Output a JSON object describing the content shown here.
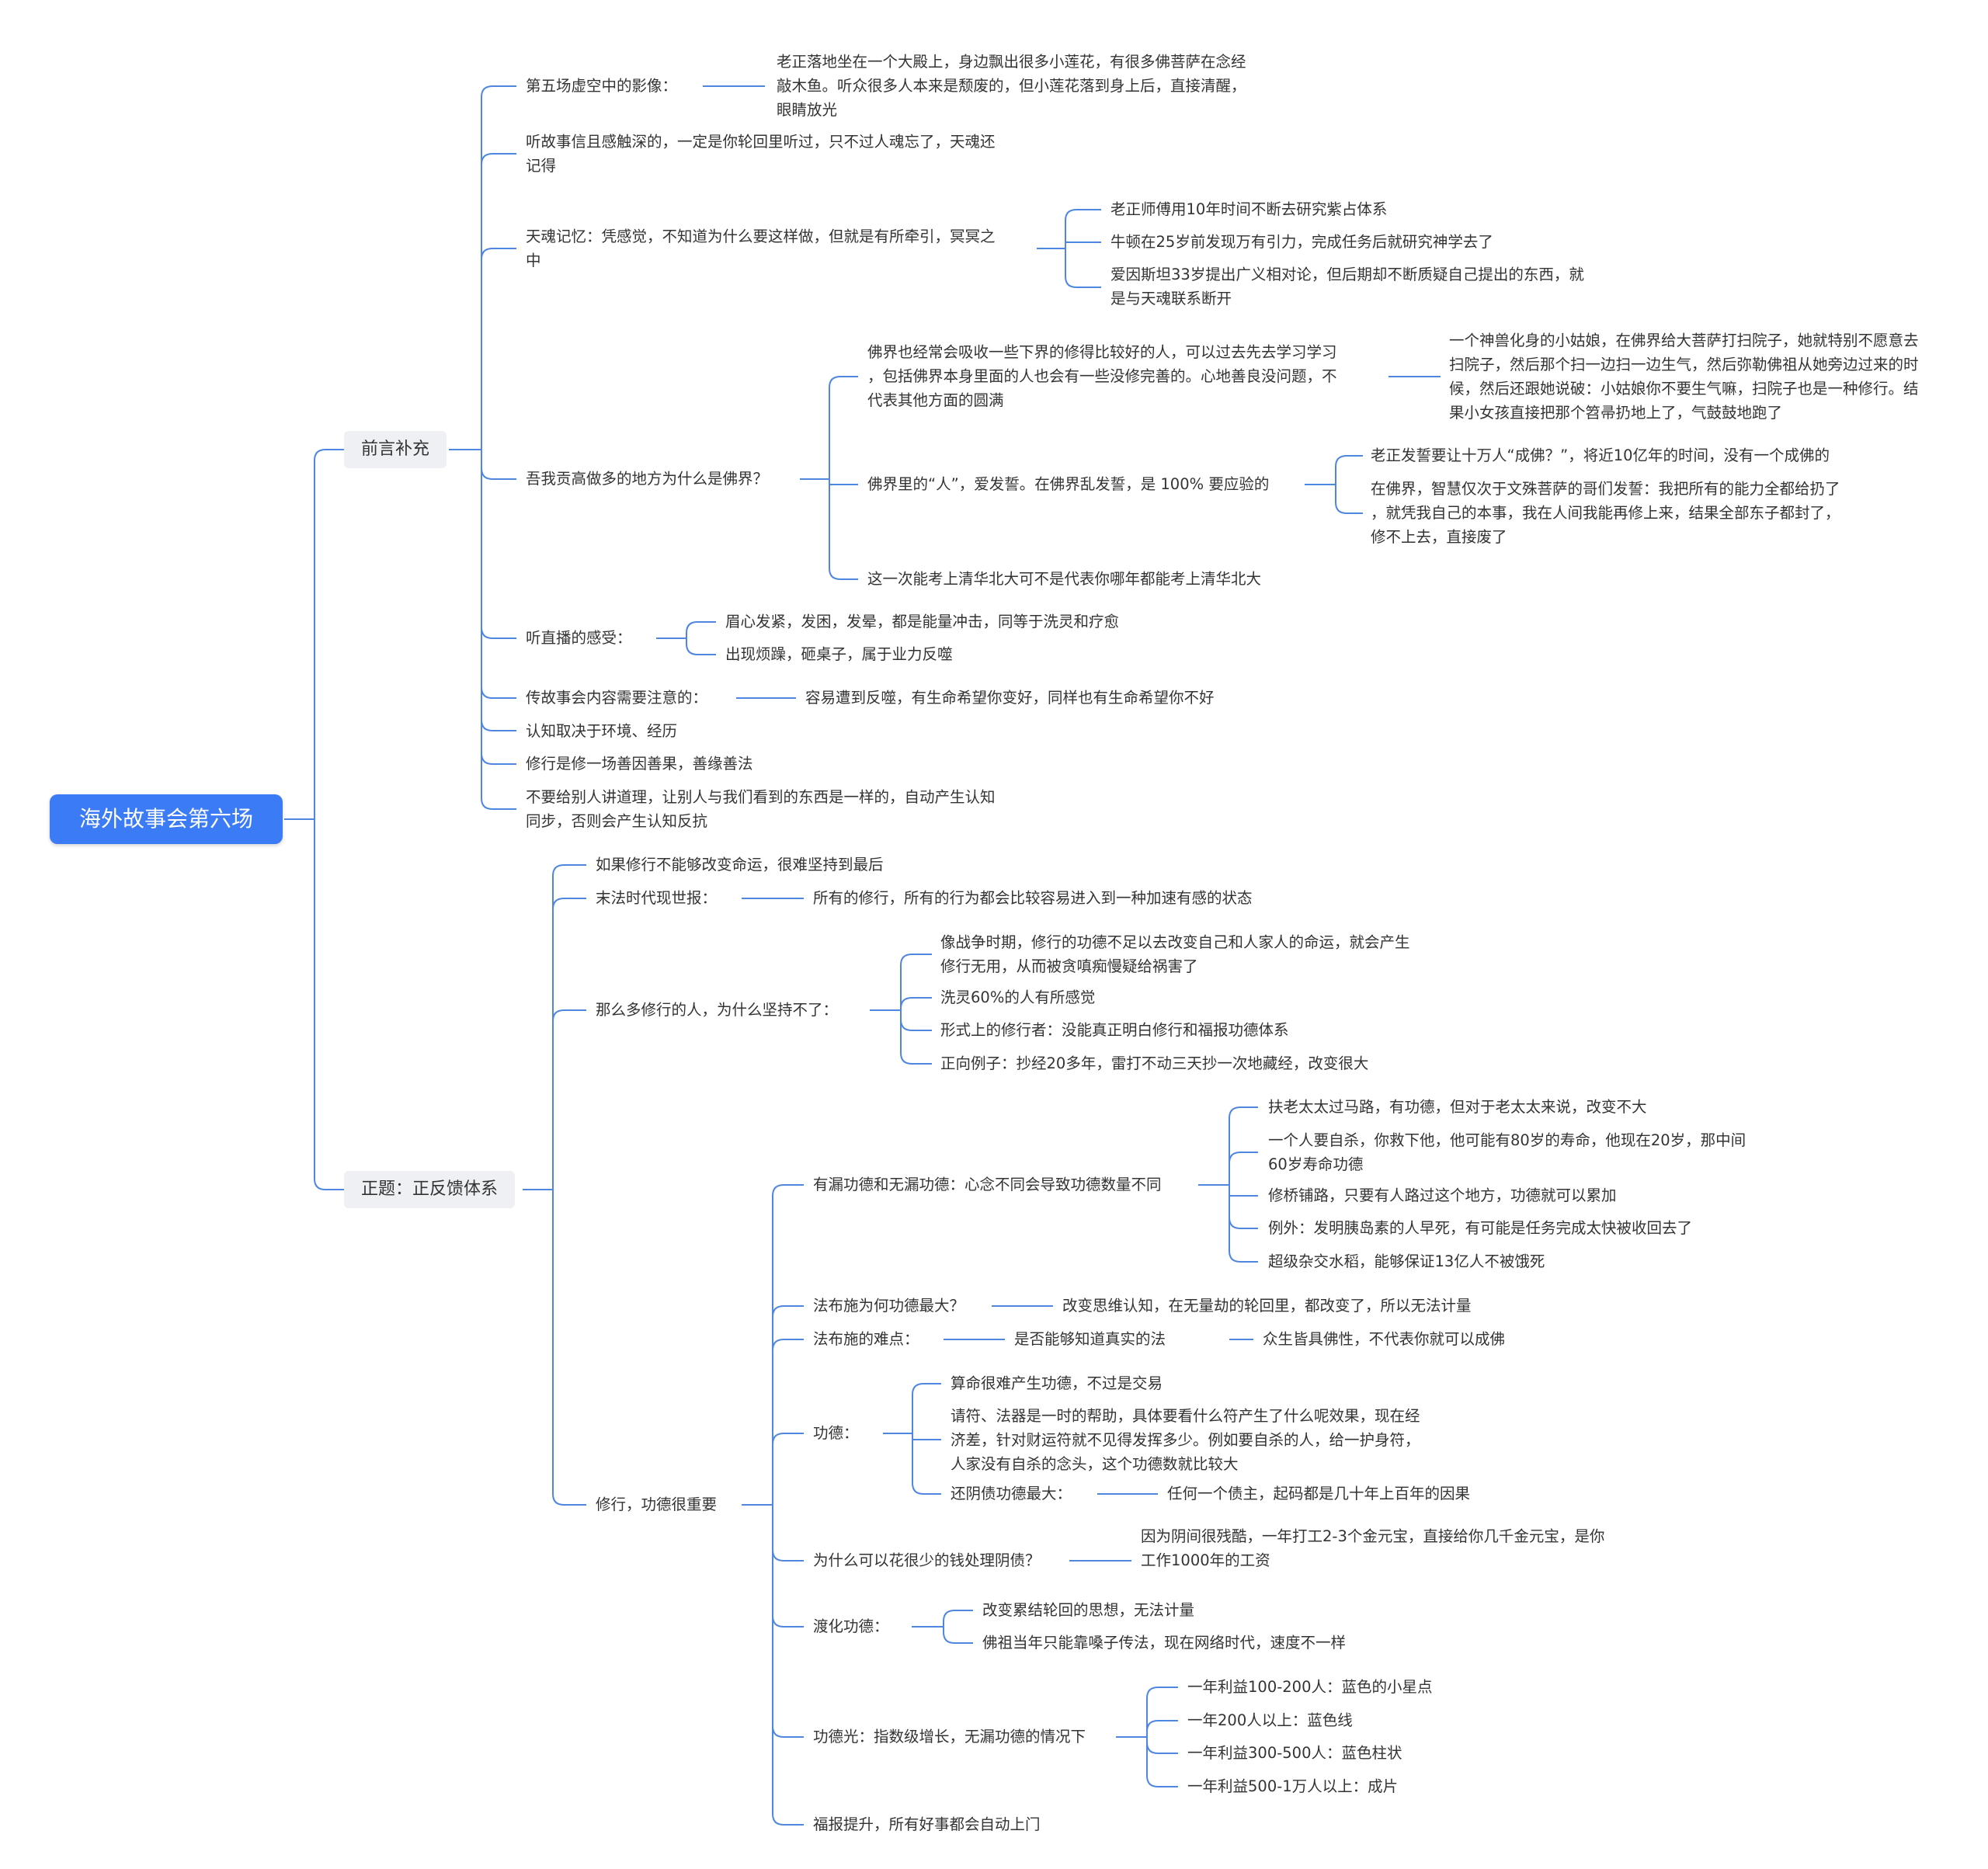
{
  "style": {
    "edge_color": "#4f86e0",
    "root_bg": "#3b7bf5",
    "branch_bg": "#eef0f3",
    "text_color": "#333333"
  },
  "root": {
    "label": "海外故事会第六场"
  },
  "b1": {
    "label": "前言补充",
    "n1": {
      "label": "第五场虚空中的影像：",
      "d1": {
        "lines": [
          "老正落地坐在一个大殿上，身边飘出很多小莲花，有很多佛菩萨在念经",
          "敲木鱼。听众很多人本来是颓废的，但小莲花落到身上后，直接清醒，",
          "眼睛放光"
        ]
      }
    },
    "n2": {
      "lines": [
        "听故事信且感触深的，一定是你轮回里听过，只不过人魂忘了，天魂还",
        "记得"
      ]
    },
    "n3": {
      "lines": [
        "天魂记忆：凭感觉，不知道为什么要这样做，但就是有所牵引，冥冥之",
        "中"
      ],
      "c1": {
        "label": "老正师傅用10年时间不断去研究紫占体系"
      },
      "c2": {
        "label": "牛顿在25岁前发现万有引力，完成任务后就研究神学去了"
      },
      "c3": {
        "lines": [
          "爱因斯坦33岁提出广义相对论，但后期却不断质疑自己提出的东西，就",
          "是与天魂联系断开"
        ]
      }
    },
    "n4": {
      "label": "吾我贡高做多的地方为什么是佛界？",
      "a": {
        "lines": [
          "佛界也经常会吸收一些下界的修得比较好的人，可以过去先去学习学习",
          "，包括佛界本身里面的人也会有一些没修完善的。心地善良没问题，不",
          "代表其他方面的圆满"
        ],
        "x": {
          "lines": [
            "一个神兽化身的小姑娘，在佛界给大菩萨打扫院子，她就特别不愿意去",
            "扫院子，然后那个扫一边扫一边生气，然后弥勒佛祖从她旁边过来的时",
            "候，然后还跟她说破：小姑娘你不要生气嘛，扫院子也是一种修行。结",
            "果小女孩直接把那个笤帚扔地上了，气鼓鼓地跑了"
          ]
        }
      },
      "b": {
        "label": "佛界里的“人”，爱发誓。在佛界乱发誓，是 100% 要应验的",
        "y1": {
          "label": "老正发誓要让十万人“成佛？”，将近10亿年的时间，没有一个成佛的"
        },
        "y2": {
          "lines": [
            "在佛界，智慧仅次于文殊菩萨的哥们发誓：我把所有的能力全都给扔了",
            "，就凭我自己的本事，我在人间我能再修上来，结果全部东子都封了，",
            "修不上去，直接废了"
          ]
        }
      },
      "c": {
        "label": "这一次能考上清华北大可不是代表你哪年都能考上清华北大"
      }
    },
    "n5": {
      "label": "听直播的感受：",
      "c1": {
        "label": "眉心发紧，发困，发晕，都是能量冲击，同等于洗灵和疗愈"
      },
      "c2": {
        "label": "出现烦躁，砸桌子，属于业力反噬"
      }
    },
    "n6": {
      "label": "传故事会内容需要注意的：",
      "d1": {
        "label": "容易遭到反噬，有生命希望你变好，同样也有生命希望你不好"
      }
    },
    "n7": {
      "label": "认知取决于环境、经历"
    },
    "n8": {
      "label": "修行是修一场善因善果，善缘善法"
    },
    "n9": {
      "lines": [
        "不要给别人讲道理，让别人与我们看到的东西是一样的，自动产生认知",
        "同步，否则会产生认知反抗"
      ]
    }
  },
  "b2": {
    "label": "正题：正反馈体系",
    "m1": {
      "label": "如果修行不能够改变命运，很难坚持到最后"
    },
    "m2": {
      "label": "末法时代现世报：",
      "d1": {
        "label": "所有的修行，所有的行为都会比较容易进入到一种加速有感的状态"
      }
    },
    "m3": {
      "label": "那么多修行的人，为什么坚持不了：",
      "c1": {
        "lines": [
          "像战争时期，修行的功德不足以去改变自己和人家人的命运，就会产生",
          "修行无用，从而被贪嗔痴慢疑给祸害了"
        ]
      },
      "c2": {
        "label": "洗灵60%的人有所感觉"
      },
      "c3": {
        "label": "形式上的修行者：没能真正明白修行和福报功德体系"
      },
      "c4": {
        "label": "正向例子：抄经20多年，雷打不动三天抄一次地藏经，改变很大"
      }
    },
    "m4": {
      "label": "修行，功德很重要",
      "p1": {
        "label": "有漏功德和无漏功德：心念不同会导致功德数量不同",
        "c1": {
          "label": "扶老太太过马路，有功德，但对于老太太来说，改变不大"
        },
        "c2": {
          "lines": [
            "一个人要自杀，你救下他，他可能有80岁的寿命，他现在20岁，那中间",
            "60岁寿命功德"
          ]
        },
        "c3": {
          "label": "修桥铺路，只要有人路过这个地方，功德就可以累加"
        },
        "c4": {
          "label": "例外：发明胰岛素的人早死，有可能是任务完成太快被收回去了"
        },
        "c5": {
          "label": "超级杂交水稻，能够保证13亿人不被饿死"
        }
      },
      "p2": {
        "label": "法布施为何功德最大？",
        "d1": {
          "label": "改变思维认知，在无量劫的轮回里，都改变了，所以无法计量"
        }
      },
      "p3": {
        "label": "法布施的难点：",
        "d1": {
          "label": "是否能够知道真实的法"
        },
        "d2": {
          "label": "众生皆具佛性，不代表你就可以成佛"
        }
      },
      "p4": {
        "label": "功德：",
        "c1": {
          "label": "算命很难产生功德，不过是交易"
        },
        "c2": {
          "lines": [
            "请符、法器是一时的帮助，具体要看什么符产生了什么呢效果，现在经",
            "济差，针对财运符就不见得发挥多少。例如要自杀的人，给一护身符，",
            "人家没有自杀的念头，这个功德数就比较大"
          ]
        },
        "c3": {
          "label": "还阴债功德最大：",
          "d1": {
            "label": "任何一个债主，起码都是几十年上百年的因果"
          }
        }
      },
      "p5": {
        "label": "为什么可以花很少的钱处理阴债？",
        "d1": {
          "lines": [
            "因为阴间很残酷，一年打工2-3个金元宝，直接给你几千金元宝，是你",
            "工作1000年的工资"
          ]
        }
      },
      "p6": {
        "label": "渡化功德：",
        "c1": {
          "label": "改变累结轮回的思想，无法计量"
        },
        "c2": {
          "label": "佛祖当年只能靠嗓子传法，现在网络时代，速度不一样"
        }
      },
      "p7": {
        "label": "功德光：指数级增长，无漏功德的情况下",
        "c1": {
          "label": "一年利益100-200人：蓝色的小星点"
        },
        "c2": {
          "label": "一年200人以上：蓝色线"
        },
        "c3": {
          "label": "一年利益300-500人：蓝色柱状"
        },
        "c4": {
          "label": "一年利益500-1万人以上：成片"
        }
      },
      "p8": {
        "label": "福报提升，所有好事都会自动上门"
      }
    }
  }
}
